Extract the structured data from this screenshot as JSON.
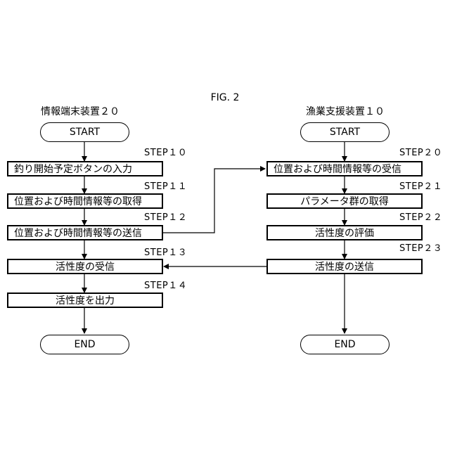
{
  "figure_label": "FIG. 2",
  "left": {
    "title": "情報端末装置２０",
    "start": "START",
    "end": "END",
    "steps": [
      {
        "id": "STEP１０",
        "label": "釣り開始予定ボタンの入力"
      },
      {
        "id": "STEP１１",
        "label": "位置および時間情報等の取得"
      },
      {
        "id": "STEP１２",
        "label": "位置および時間情報等の送信"
      },
      {
        "id": "STEP１３",
        "label": "活性度の受信"
      },
      {
        "id": "STEP１４",
        "label": "活性度を出力"
      }
    ]
  },
  "right": {
    "title": "漁業支援装置１０",
    "start": "START",
    "end": "END",
    "steps": [
      {
        "id": "STEP２０",
        "label": "位置および時間情報等の受信"
      },
      {
        "id": "STEP２１",
        "label": "パラメータ群の取得"
      },
      {
        "id": "STEP２２",
        "label": "活性度の評価"
      },
      {
        "id": "STEP２３",
        "label": "活性度の送信"
      }
    ]
  }
}
